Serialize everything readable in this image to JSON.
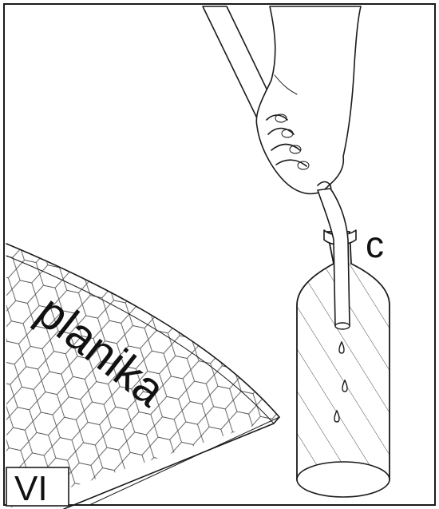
{
  "figure": {
    "panel_label": "VI",
    "object_label": "planika",
    "callout_label": "c"
  },
  "colors": {
    "ink": "#1a1a1a",
    "paper": "#ffffff",
    "mesh": "#555555"
  }
}
